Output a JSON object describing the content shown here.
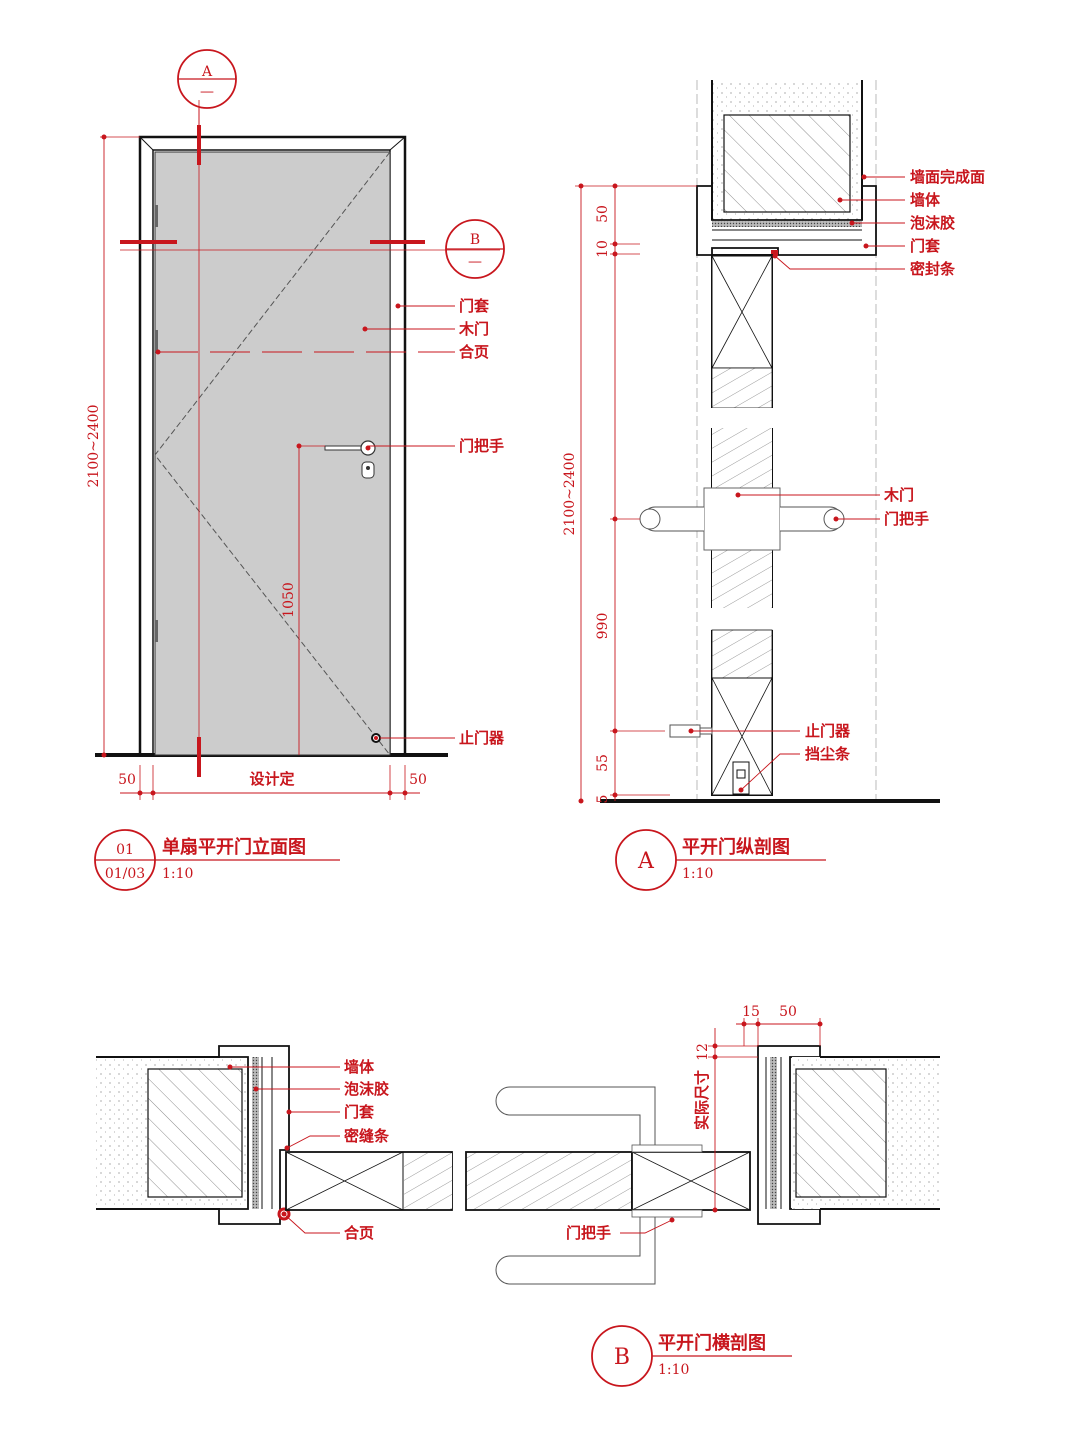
{
  "colors": {
    "annotation": "#c8161d",
    "line": "#111111",
    "door_leaf": "#cccccc"
  },
  "elevation": {
    "labels": {
      "frame": "门套",
      "door": "木门",
      "hinge": "合页",
      "handle": "门把手",
      "stopper": "止门器"
    },
    "dims": {
      "height": "2100~2400",
      "handle_height": "1050",
      "frame_left": "50",
      "width": "设计定",
      "frame_right": "50"
    },
    "section_a": {
      "letter": "A",
      "sheet": "—"
    },
    "section_b": {
      "letter": "B",
      "sheet": "—"
    },
    "title": {
      "number": "01",
      "sheet": "01/03",
      "name": "单扇平开门立面图",
      "scale": "1:10"
    }
  },
  "section_a": {
    "labels": {
      "finish": "墙面完成面",
      "wall": "墙体",
      "foam": "泡沫胶",
      "frame": "门套",
      "seal": "密封条",
      "door": "木门",
      "handle": "门把手",
      "stopper": "止门器",
      "dust": "挡尘条"
    },
    "dims": {
      "d50": "50",
      "d10": "10",
      "height": "2100~2400",
      "d990": "990",
      "d55": "55",
      "d5": "5"
    },
    "title": {
      "letter": "A",
      "name": "平开门纵剖图",
      "scale": "1:10"
    }
  },
  "section_b": {
    "labels": {
      "wall": "墙体",
      "foam": "泡沫胶",
      "frame": "门套",
      "seal": "密缝条",
      "hinge": "合页",
      "handle": "门把手",
      "actual": "实际尺寸"
    },
    "dims": {
      "d15": "15",
      "d50": "50",
      "d12": "12"
    },
    "title": {
      "letter": "B",
      "name": "平开门横剖图",
      "scale": "1:10"
    }
  }
}
